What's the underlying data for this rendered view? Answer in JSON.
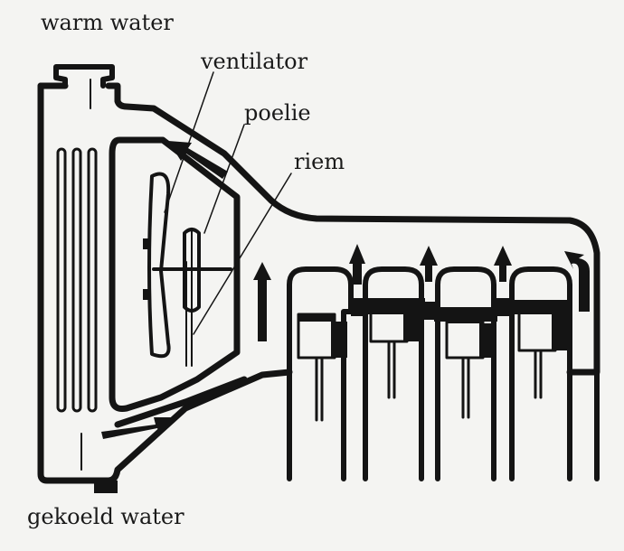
{
  "labels": {
    "warm_water": "warm water",
    "ventilator": "ventilator",
    "poelie": "poelie",
    "riem": "riem",
    "gekoeld_water": "gekoeld water"
  },
  "colors": {
    "ink": "#141414",
    "paper": "#f4f4f2",
    "gray_arrow": "#8a8a8a"
  }
}
